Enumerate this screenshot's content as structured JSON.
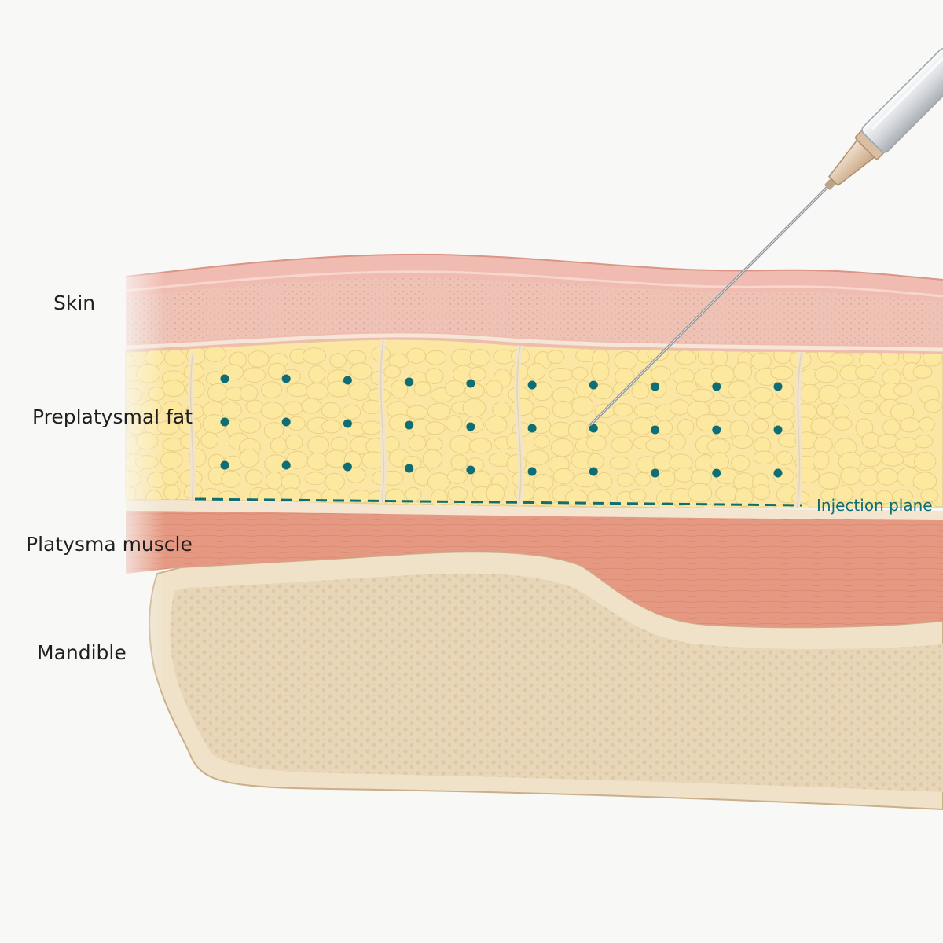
{
  "labels": {
    "skin": "Skin",
    "preplatysmal_fat": "Preplatysmal fat",
    "platysma_muscle": "Platysma muscle",
    "mandible": "Mandible",
    "injection_plane": "Injection plane"
  },
  "colors": {
    "background": "#f8f8f7",
    "skin_surface": "#f1bcb3",
    "skin_dermis": "#eec0b4",
    "fat": "#fbe6a4",
    "fat_lobule": "#fde89f",
    "septum": "#efe3c9",
    "muscle": "#e69982",
    "bone": "#ead9bd",
    "bone_cortex": "#f4ead7",
    "injection_marker": "#0e6e74",
    "needle": "#9aa0a6",
    "needle_hub": "#dcc2a8",
    "syringe_barrel": "#e4e7ea"
  },
  "injection_points": {
    "columns": 10,
    "rows": 3
  },
  "icons": {
    "syringe": "syringe-icon",
    "needle": "needle-icon"
  }
}
